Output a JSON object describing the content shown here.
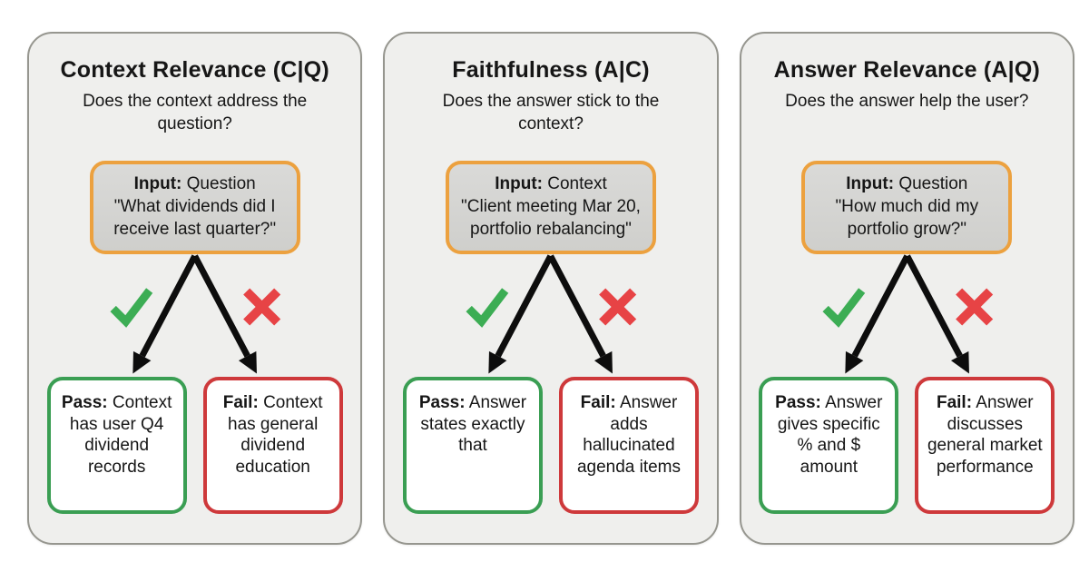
{
  "colors": {
    "page_bg": "#ffffff",
    "panel_bg": "#efefed",
    "panel_border": "#96968f",
    "input_border": "#eca13f",
    "input_bg": "#d6d6d3",
    "pass_border": "#3a9e53",
    "fail_border": "#ce393b",
    "check": "#3cad54",
    "cross": "#e74345",
    "arrow": "#0d0d0d",
    "text": "#161616"
  },
  "icons": {
    "check": "green-checkmark",
    "cross": "red-cross",
    "arrows": "branching-arrows"
  },
  "panels": [
    {
      "title": "Context Relevance (C|Q)",
      "subtitle": "Does the context address the question?",
      "input_label": "Input:",
      "input_type": "Question",
      "input_quote": "\"What dividends did I receive last quarter?\"",
      "pass_label": "Pass:",
      "pass_text": "Context has user Q4 dividend records",
      "fail_label": "Fail:",
      "fail_text": "Context has general dividend education"
    },
    {
      "title": "Faithfulness (A|C)",
      "subtitle": "Does the answer stick to the context?",
      "input_label": "Input:",
      "input_type": "Context",
      "input_quote": "\"Client meeting Mar 20, portfolio rebalancing\"",
      "pass_label": "Pass:",
      "pass_text": "Answer states exactly that",
      "fail_label": "Fail:",
      "fail_text": "Answer adds hallucinated agenda items"
    },
    {
      "title": "Answer Relevance (A|Q)",
      "subtitle": "Does the answer help the user?",
      "input_label": "Input:",
      "input_type": "Question",
      "input_quote": "\"How much did my portfolio grow?\"",
      "pass_label": "Pass:",
      "pass_text": "Answer gives specific % and $ amount",
      "fail_label": "Fail:",
      "fail_text": "Answer discusses general market performance"
    }
  ]
}
